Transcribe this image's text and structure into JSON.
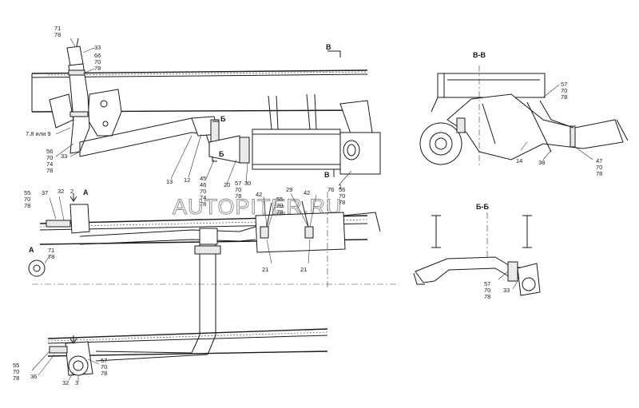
{
  "watermark": "AUTOPITER.RU",
  "section_marks": {
    "v_top": "В",
    "v_bottom": "В",
    "b_upper": "Б",
    "b_lower": "Б",
    "a_mark": "А",
    "a_view": "А"
  },
  "section_titles": {
    "vv": "В-В",
    "bb": "Б-Б"
  },
  "callouts": {
    "top_71": "71",
    "top_78": "78",
    "c33a": "33",
    "c66": "66",
    "c70a": "70",
    "c78a": "78",
    "c78_7": "7,8 или 9",
    "c56": "56",
    "c70b": "70",
    "c74a": "74",
    "c78b": "78",
    "c33b": "33",
    "c13": "13",
    "c12": "12",
    "c45": "45",
    "c46": "46",
    "c70c": "70",
    "c74b": "74",
    "c78c": "78",
    "c20": "20",
    "c57a": "57",
    "c70d": "70",
    "c78d": "78",
    "c30": "30",
    "c1": "1",
    "vv57": "57",
    "vv70a": "70",
    "vv78a": "78",
    "vv14": "14",
    "vv38": "38",
    "vv47": "47",
    "vv70b": "70",
    "vv78b": "78",
    "m55": "55",
    "m70": "70",
    "m78": "78",
    "m37": "37",
    "m32": "32",
    "m2": "2",
    "m42a": "42",
    "m55b": "55",
    "m70b": "70",
    "m78b": "78",
    "m29": "29",
    "m42b": "42",
    "m76": "76",
    "m56": "56",
    "m70c": "70",
    "m78c": "78",
    "a71": "71",
    "a78": "78",
    "m21a": "21",
    "m21b": "21",
    "bb57": "57",
    "bb70": "70",
    "bb78": "78",
    "bb33": "33",
    "b55": "55",
    "b70": "70",
    "b78": "78",
    "b36": "36",
    "b32": "32",
    "b3": "3",
    "b57": "57",
    "b70b": "70",
    "b78b": "78"
  }
}
